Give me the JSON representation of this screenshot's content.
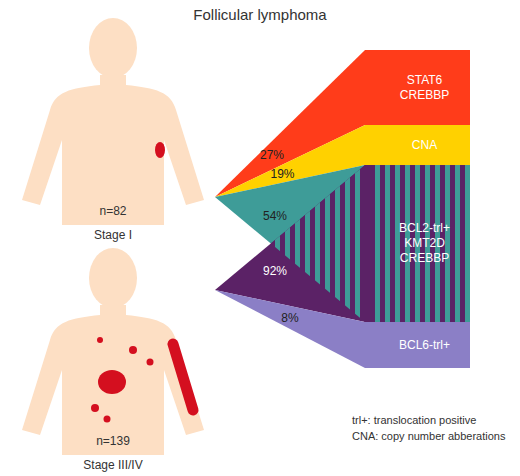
{
  "diagram": {
    "title": "Follicular lymphoma",
    "nodes": [
      {
        "text": [
          "n=82",
          "Stage I"
        ]
      },
      {
        "text": [
          "n=139",
          "Stage III/IV"
        ]
      },
      {
        "text": [
          "STAT6 CREBBP"
        ]
      },
      {
        "text": [
          "CNA"
        ]
      },
      {
        "text": [
          "BCL2-trl+ KMT2D CREBBP"
        ]
      },
      {
        "text": [
          "BCL6-trl+"
        ]
      }
    ],
    "edges": [
      {
        "from": 0,
        "to": 2,
        "label": "27%",
        "arrow": "none"
      },
      {
        "from": 0,
        "to": 3,
        "label": "19%",
        "arrow": "none"
      },
      {
        "from": 0,
        "to": 4,
        "label": "54%",
        "arrow": "none"
      },
      {
        "from": 1,
        "to": 4,
        "label": "92%",
        "arrow": "none"
      },
      {
        "from": 1,
        "to": 5,
        "label": "8%",
        "arrow": "none"
      }
    ],
    "labels": [
      "trl+: translocation positive",
      "CNA: copy number abberations"
    ]
  }
}
